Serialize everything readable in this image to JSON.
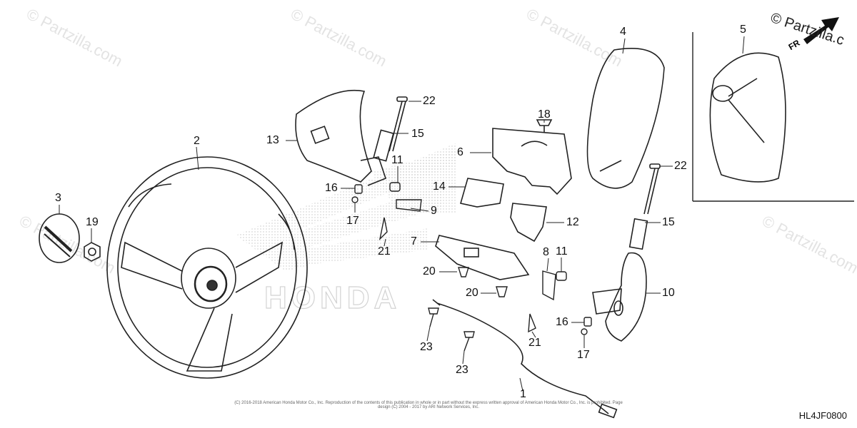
{
  "diagram": {
    "callouts": [
      "1",
      "2",
      "3",
      "4",
      "5",
      "6",
      "7",
      "8",
      "9",
      "10",
      "11",
      "11",
      "12",
      "13",
      "14",
      "15",
      "15",
      "16",
      "16",
      "17",
      "17",
      "18",
      "19",
      "20",
      "20",
      "21",
      "21",
      "22",
      "22",
      "23",
      "23"
    ],
    "watermark_text": "© Partzilla.com",
    "brand_logo_text": "© Partzilla.c",
    "arrow_label": "FR",
    "diagram_code": "HL4JF0800",
    "copyright_text": "(C) 2016-2018 American Honda Motor Co., Inc. Reproduction of the contents of this publication in whole or in part without the express written approval of American Honda Motor Co., Inc. is prohibited. Page design (C) 2004 - 2017 by ARI Network Services, Inc."
  }
}
